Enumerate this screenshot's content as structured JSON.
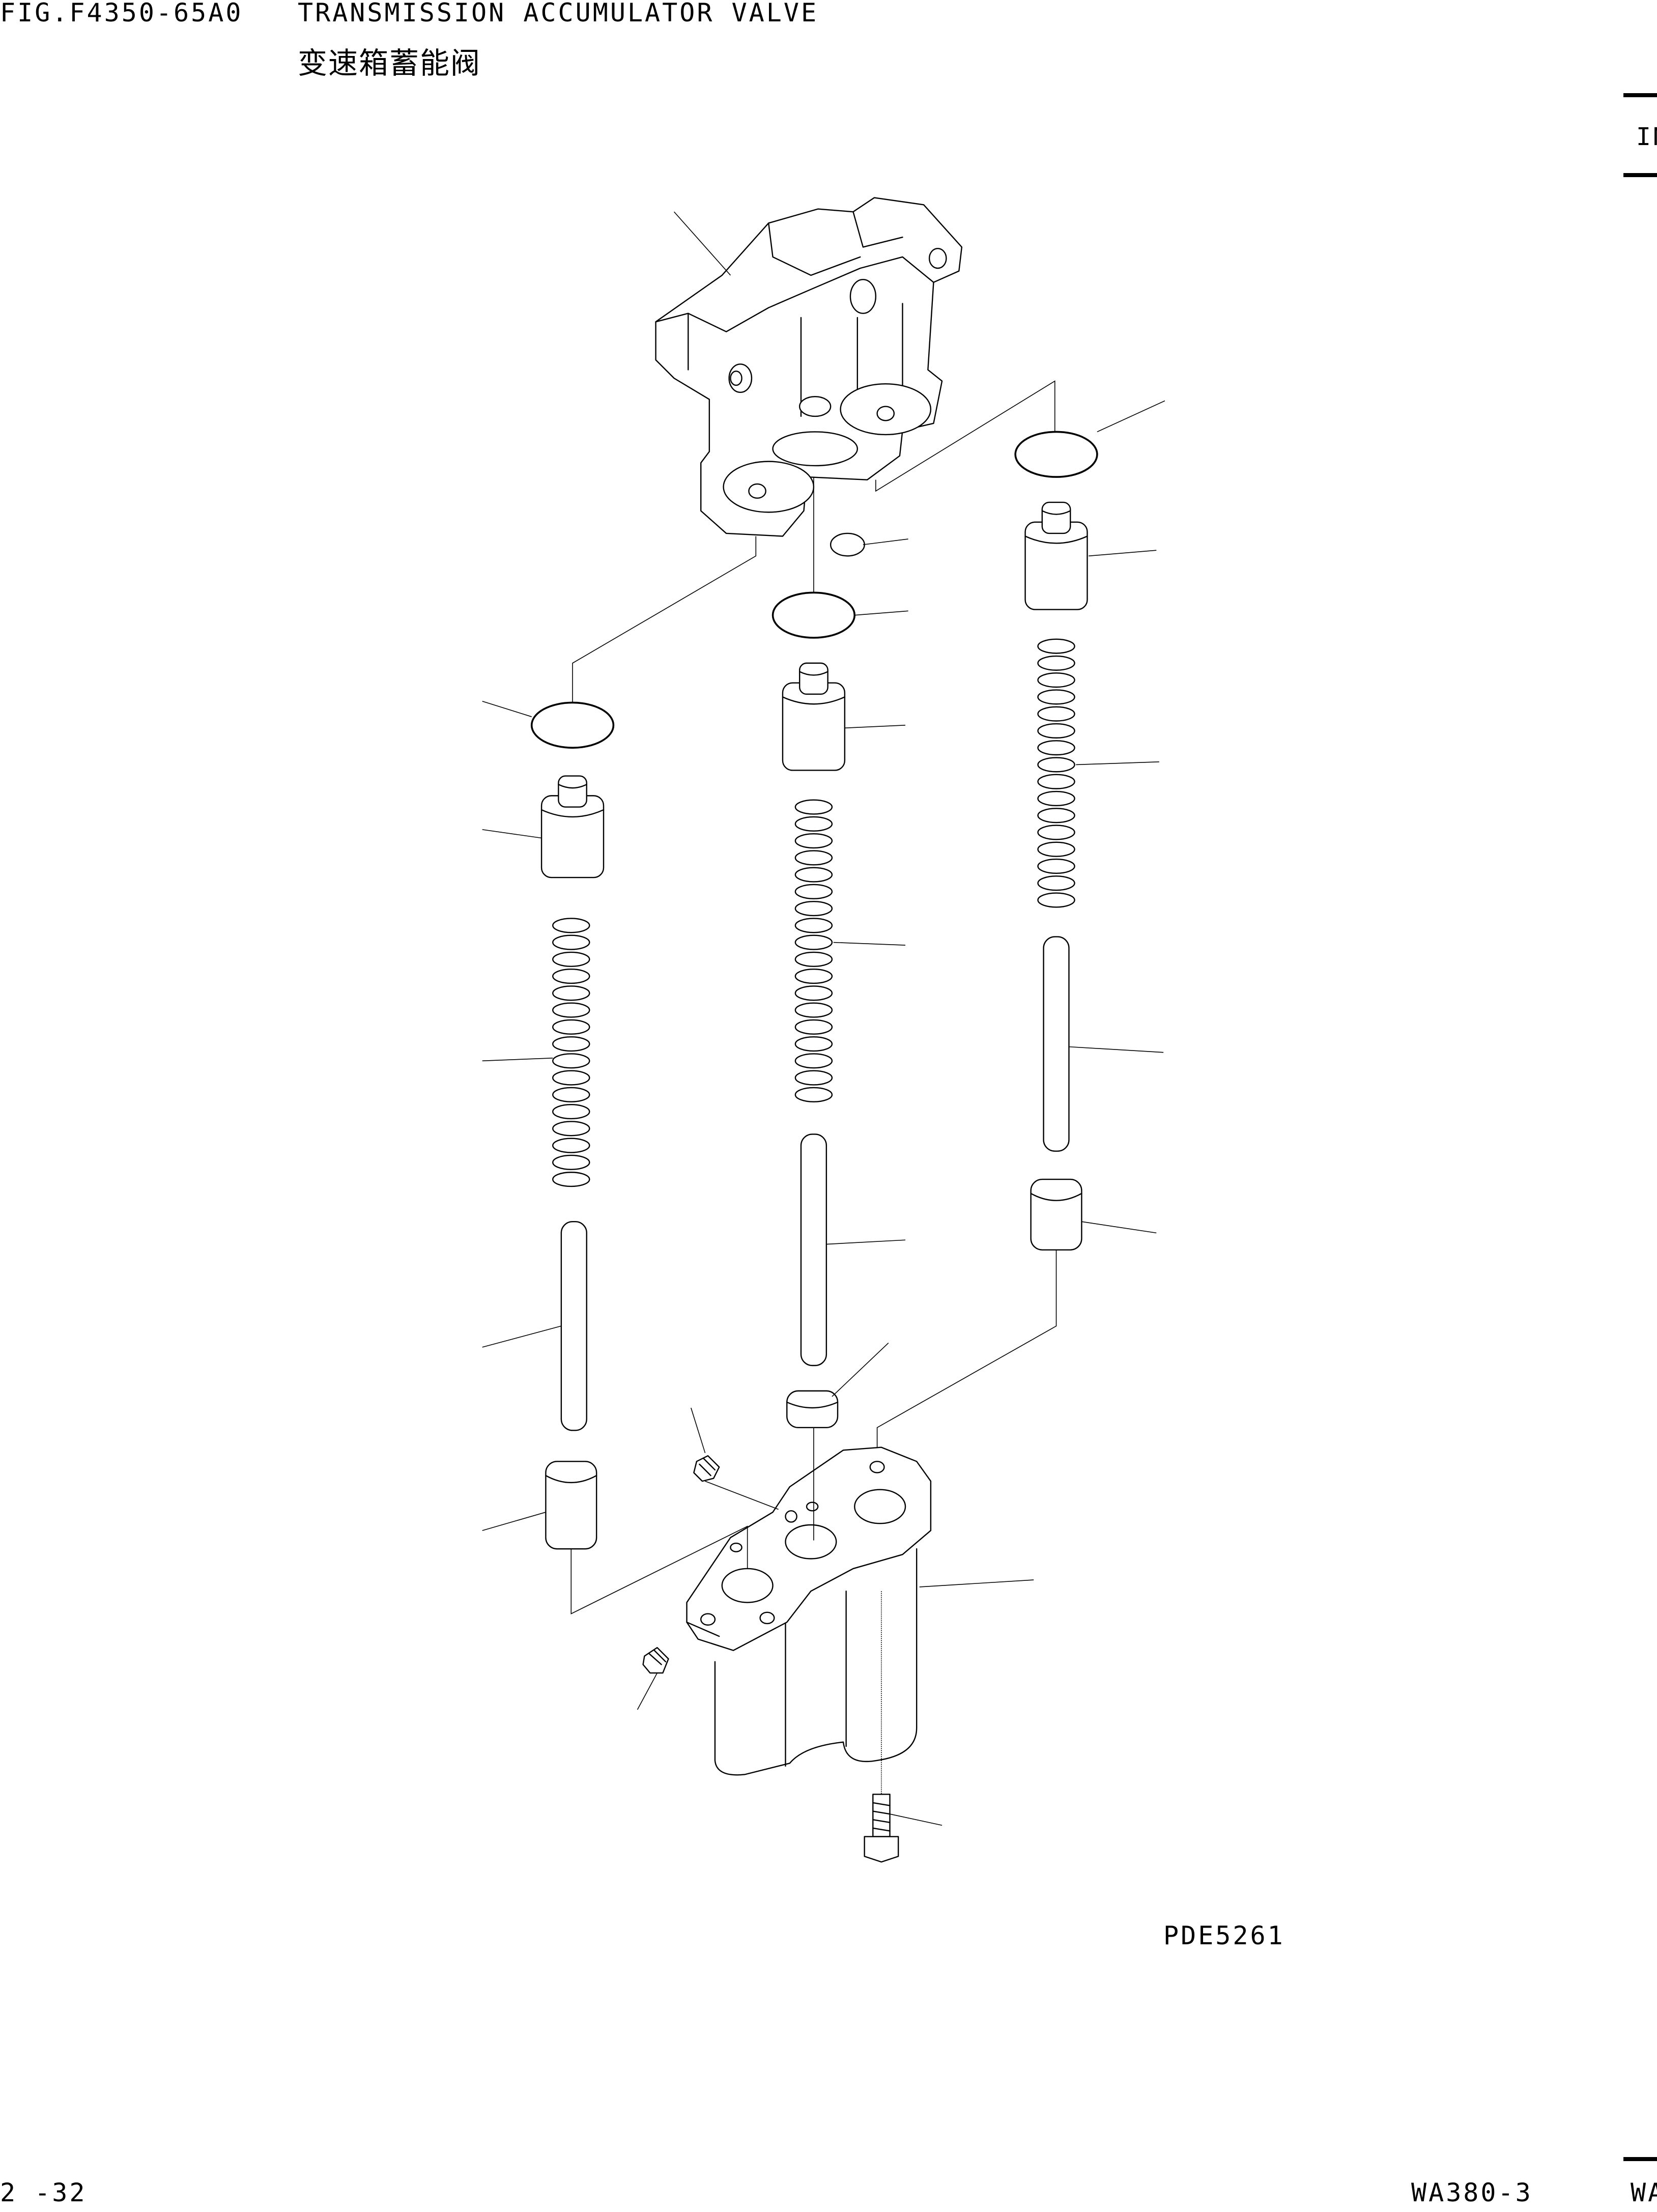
{
  "header": {
    "fig_number": "FIG.F4350-65A0",
    "title_en": "TRANSMISSION ACCUMULATOR VALVE",
    "title_cn": "变速箱蓄能阀"
  },
  "side_tab": {
    "label": "IN"
  },
  "drawing": {
    "code": "PDE5261"
  },
  "footer": {
    "page": "2 -32",
    "model": "WA380-3",
    "edge_label": "WA"
  },
  "colors": {
    "ink": "#000000",
    "paper": "#ffffff"
  }
}
